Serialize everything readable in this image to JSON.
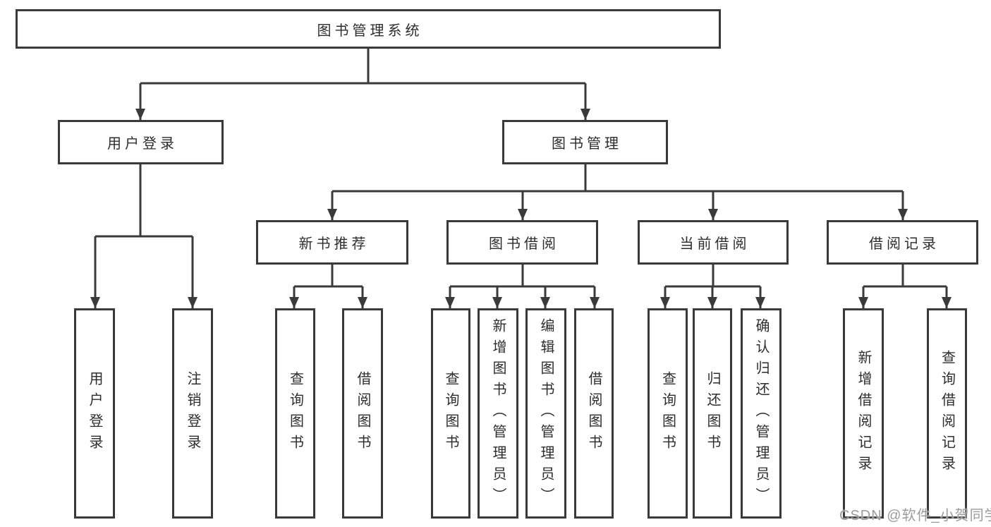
{
  "colors": {
    "line": "#3a3a3a",
    "text": "#2d2d2d",
    "background": "#ffffff",
    "watermark": "#9b9b9b"
  },
  "tree": {
    "root": {
      "label": "图书管理系统",
      "children": [
        {
          "label": "用户登录",
          "children": [
            {
              "label": "用户登录"
            },
            {
              "label": "注销登录"
            }
          ]
        },
        {
          "label": "图书管理",
          "children": [
            {
              "label": "新书推荐",
              "children": [
                {
                  "label": "查询图书"
                },
                {
                  "label": "借阅图书"
                }
              ]
            },
            {
              "label": "图书借阅",
              "children": [
                {
                  "label": "查询图书"
                },
                {
                  "label": "新增图书（管理员）"
                },
                {
                  "label": "编辑图书（管理员）"
                },
                {
                  "label": "借阅图书"
                }
              ]
            },
            {
              "label": "当前借阅",
              "children": [
                {
                  "label": "查询图书"
                },
                {
                  "label": "归还图书"
                },
                {
                  "label": "确认归还（管理员）"
                }
              ]
            },
            {
              "label": "借阅记录",
              "children": [
                {
                  "label": "新增借阅记录"
                },
                {
                  "label": "查询借阅记录"
                }
              ]
            }
          ]
        }
      ]
    }
  },
  "watermark": {
    "text": "CSDN @软件_小贺同学"
  }
}
